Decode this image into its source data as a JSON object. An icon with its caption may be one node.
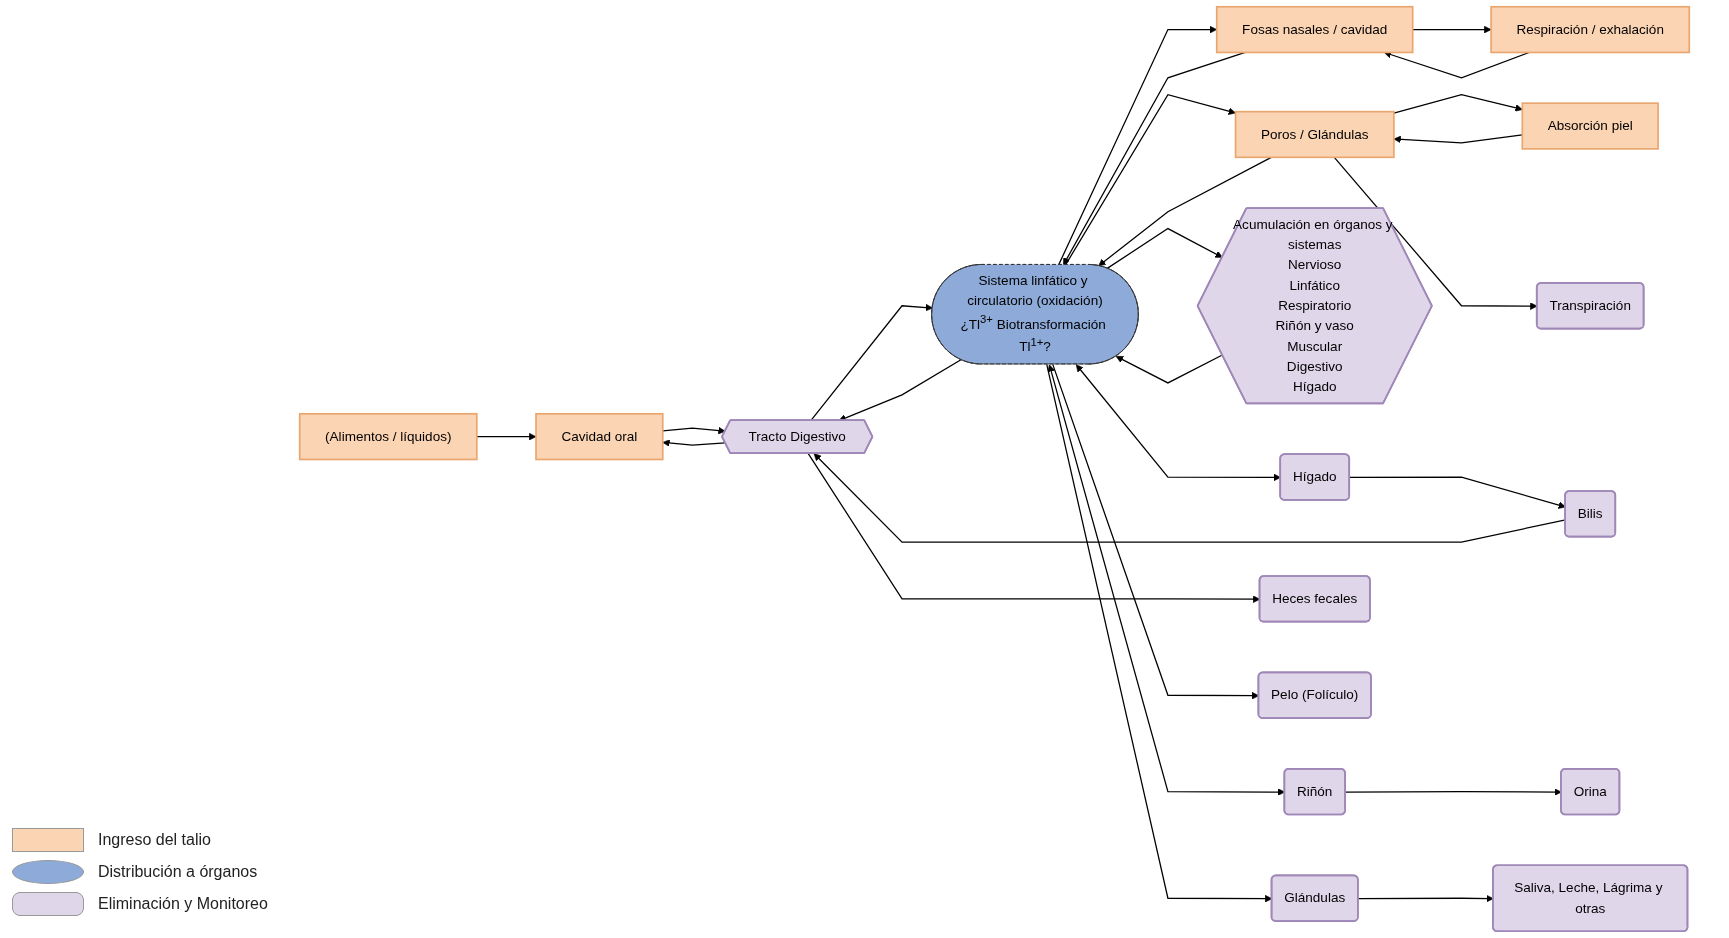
{
  "diagram": {
    "nodes": [
      {
        "text": [
          "(Alimentos / líquidos)"
        ]
      },
      {
        "text": [
          "Respiración / exhalación"
        ]
      },
      {
        "text": [
          "Absorción piel"
        ]
      },
      {
        "text": [
          "Cavidad oral"
        ]
      },
      {
        "text": [
          "Fosas nasales / cavidad"
        ]
      },
      {
        "text": [
          "Poros / Glándulas"
        ]
      },
      {
        "text": [
          "Transpiración"
        ]
      },
      {
        "text": [
          "Tracto Digestivo"
        ]
      },
      {
        "text": [
          "Sistema linfático y circulatorio (oxidación)",
          "¿Tl$^{3+}$ Biotransformación Tl$^{1+}$?"
        ]
      },
      {
        "text": [
          "Acumulación en órganos y sistemas",
          "Nervioso",
          "Linfático",
          "Respiratorio",
          "Riñón y vaso",
          "Muscular",
          "Digestivo",
          "Hígado"
        ]
      },
      {
        "text": [
          "Bilis"
        ]
      },
      {
        "text": [
          "Hígado"
        ]
      },
      {
        "text": [
          "Glándulas"
        ]
      },
      {
        "text": [
          "Heces fecales"
        ]
      },
      {
        "text": [
          "Pelo (Folículo)"
        ]
      },
      {
        "text": [
          "Riñón"
        ]
      },
      {
        "text": [
          "Saliva, Leche, Lágrima y otras"
        ]
      },
      {
        "text": [
          "Orina"
        ]
      }
    ],
    "edges": [
      {
        "from": 8,
        "to": 4,
        "arrow": "to"
      },
      {
        "from": 4,
        "to": 1,
        "arrow": "to"
      },
      {
        "from": 8,
        "to": 5,
        "arrow": "to"
      },
      {
        "from": 5,
        "to": 2,
        "arrow": "to"
      },
      {
        "from": 5,
        "to": 6,
        "arrow": "to"
      },
      {
        "from": 8,
        "to": 7,
        "arrow": "to"
      },
      {
        "from": 7,
        "to": 3,
        "arrow": "to"
      },
      {
        "from": 0,
        "to": 3,
        "arrow": "to"
      },
      {
        "from": 1,
        "to": 4,
        "arrow": "to"
      },
      {
        "from": 2,
        "to": 5,
        "arrow": "to"
      },
      {
        "from": 3,
        "to": 7,
        "arrow": "to"
      },
      {
        "from": 4,
        "to": 8,
        "arrow": "to"
      },
      {
        "from": 5,
        "to": 8,
        "arrow": "to"
      },
      {
        "from": 7,
        "to": 8,
        "arrow": "to"
      },
      {
        "from": 8,
        "to": 9,
        "arrow": "to"
      },
      {
        "from": 9,
        "to": 8,
        "arrow": "to"
      },
      {
        "from": 10,
        "to": 7,
        "arrow": "to"
      },
      {
        "from": 8,
        "to": 11,
        "arrow": "both"
      },
      {
        "from": 11,
        "to": 10,
        "arrow": "to"
      },
      {
        "from": 7,
        "to": 13,
        "arrow": "to"
      },
      {
        "from": 8,
        "to": 14,
        "arrow": "to"
      },
      {
        "from": 8,
        "to": 15,
        "arrow": "both"
      },
      {
        "from": 8,
        "to": 12,
        "arrow": "to"
      },
      {
        "from": 12,
        "to": 16,
        "arrow": "to"
      },
      {
        "from": 15,
        "to": 17,
        "arrow": "to"
      }
    ],
    "legend": [
      {
        "text": "Ingreso del talio",
        "color": "#fbd4b4"
      },
      {
        "text": "Distribución a órganos",
        "color": "#8eaad8"
      },
      {
        "text": "Eliminación y Monitoreo",
        "color": "#e0d6ea"
      }
    ]
  }
}
